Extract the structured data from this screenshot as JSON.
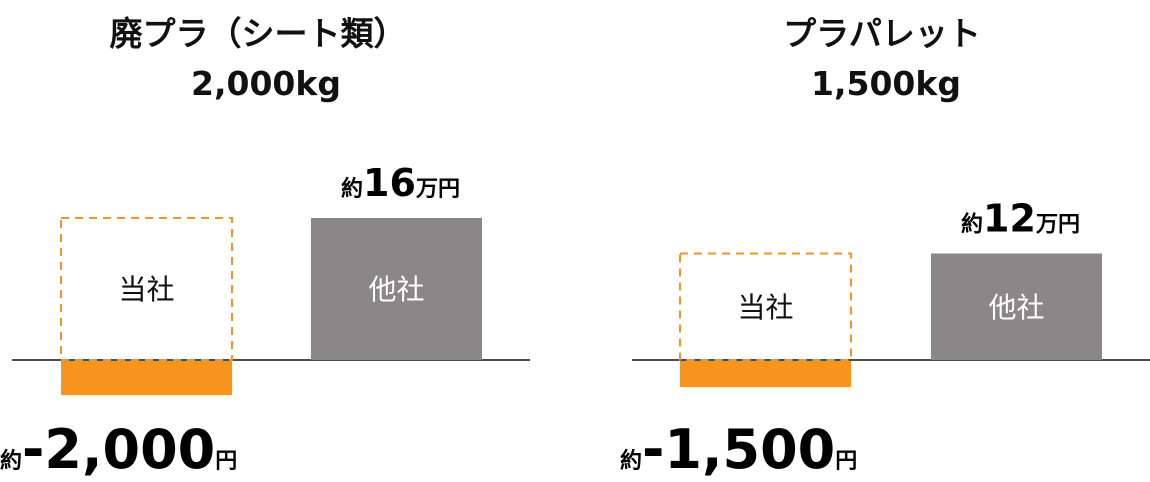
{
  "chart_data": [
    {
      "type": "bar",
      "title": "廃プラ（シート類）",
      "subtitle": "2,000kg",
      "categories": [
        "当社",
        "他社"
      ],
      "values": [
        -2000,
        160000
      ],
      "value_labels": [
        {
          "prefix": "約",
          "number": "-2,000",
          "unit": "円"
        },
        {
          "prefix": "約",
          "number": "16",
          "unit": "万円"
        }
      ],
      "ylim": [
        -15000,
        220000
      ]
    },
    {
      "type": "bar",
      "title": "プラパレット",
      "subtitle": "1,500kg",
      "categories": [
        "当社",
        "他社"
      ],
      "values": [
        -1500,
        120000
      ],
      "value_labels": [
        {
          "prefix": "約",
          "number": "-1,500",
          "unit": "円"
        },
        {
          "prefix": "約",
          "number": "12",
          "unit": "万円"
        }
      ],
      "ylim": [
        -15000,
        220000
      ]
    }
  ],
  "colors": {
    "own_fill": "#f7941d",
    "own_outline": "#f7941d",
    "other_fill": "#898788",
    "other_text": "#ffffff",
    "axis": "#111111"
  }
}
